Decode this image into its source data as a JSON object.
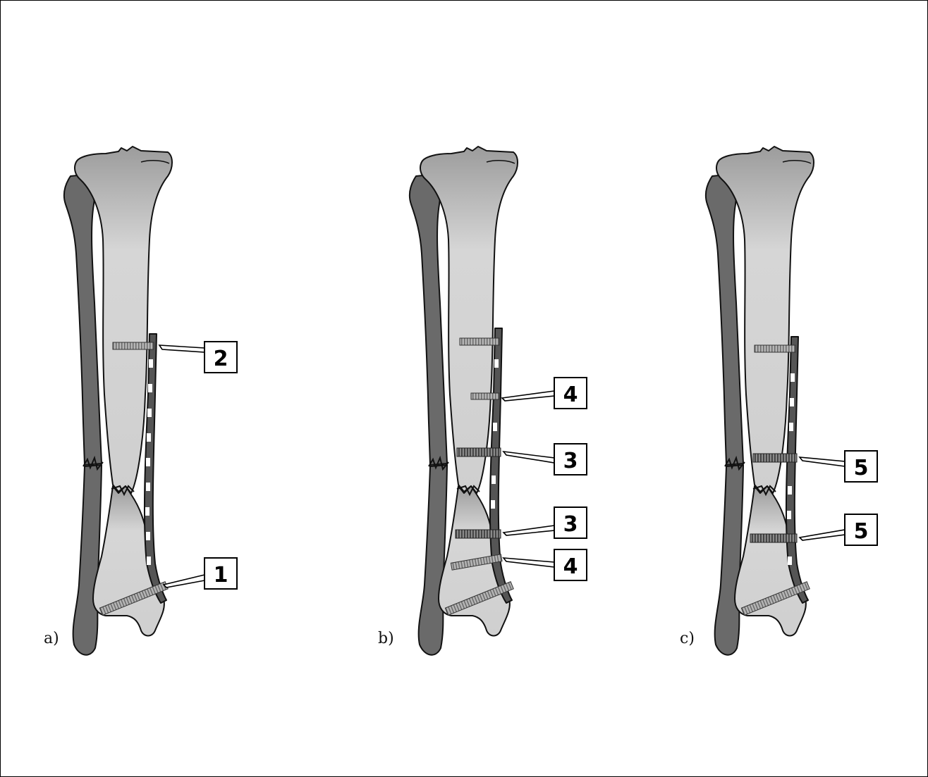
{
  "panels": [
    {
      "caption": "a)",
      "labels": [
        "2",
        "1"
      ]
    },
    {
      "caption": "b)",
      "labels": [
        "4",
        "3",
        "3",
        "4"
      ]
    },
    {
      "caption": "c)",
      "labels": [
        "5",
        "5"
      ]
    }
  ],
  "colors": {
    "fibula": "#6a6a6a",
    "tibia_light": "#e4e4e4",
    "tibia_dark": "#9c9c9c",
    "plate": "#555555",
    "screw_light": "#b8b8b8",
    "screw_dark": "#6e6e6e"
  },
  "icons": {
    "bone": "tibia-fibula-illustration",
    "implant": "bone-plate-with-screws"
  }
}
